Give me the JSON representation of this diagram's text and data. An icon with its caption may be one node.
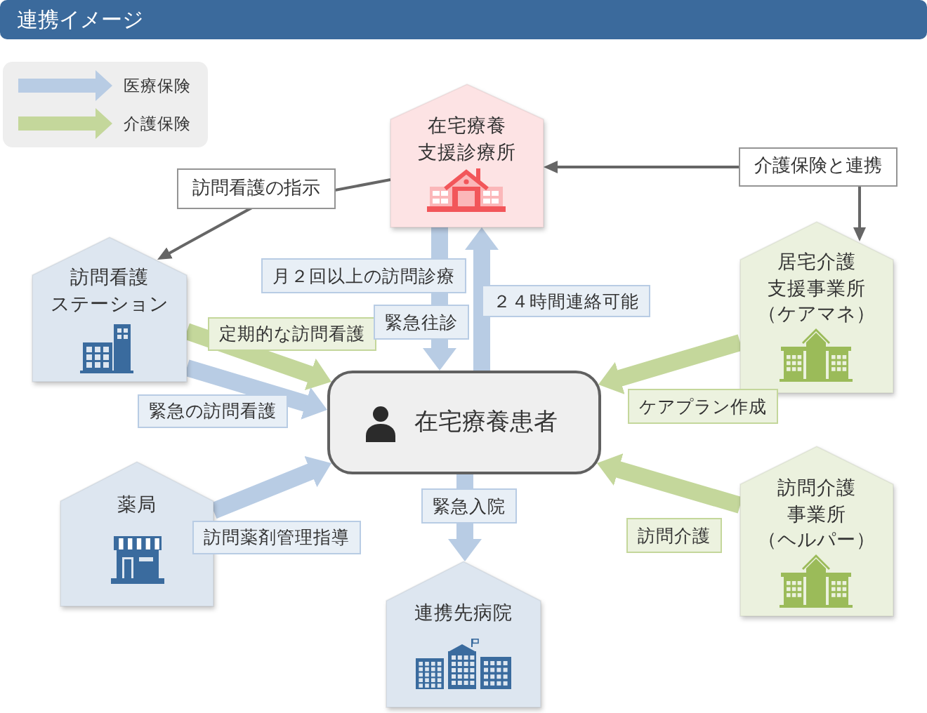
{
  "diagram": {
    "title": "連携イメージ",
    "nodes": [
      {
        "text": [
          "在宅療養支援診療所"
        ]
      },
      {
        "text": [
          "訪問看護ステーション"
        ]
      },
      {
        "text": [
          "居宅介護支援事業所（ケアマネ）"
        ]
      },
      {
        "text": [
          "在宅療養患者"
        ]
      },
      {
        "text": [
          "薬局"
        ]
      },
      {
        "text": [
          "訪問介護事業所（ヘルパー）"
        ]
      },
      {
        "text": [
          "連携先病院"
        ]
      }
    ],
    "edges": [
      {
        "from": 0,
        "to": 3,
        "arrow": "to",
        "label": "月２回以上の訪問診療"
      },
      {
        "from": 3,
        "to": 0,
        "arrow": "to",
        "label": "２４時間連絡可能"
      },
      {
        "from": 0,
        "to": 1,
        "arrow": "to",
        "label": "訪問看護の指示",
        "color": "#666666"
      },
      {
        "from": 2,
        "to": 0,
        "arrow": "both",
        "label": "介護保険と連携",
        "color": "#666666"
      },
      {
        "from": 1,
        "to": 3,
        "arrow": "to",
        "label": "定期的な訪問看護",
        "color": "#c4d79b"
      },
      {
        "from": 1,
        "to": 3,
        "arrow": "to",
        "label": "緊急の訪問看護"
      },
      {
        "from": 2,
        "to": 3,
        "arrow": "to",
        "label": "ケアプラン作成",
        "color": "#c4d79b"
      },
      {
        "from": 4,
        "to": 3,
        "arrow": "to",
        "label": "訪問薬剤管理指導"
      },
      {
        "from": 5,
        "to": 3,
        "arrow": "to",
        "label": "訪問介護",
        "color": "#c4d79b"
      },
      {
        "from": 3,
        "to": 6,
        "arrow": "to",
        "label": "緊急入院"
      }
    ],
    "labels": [
      "緊急往診"
    ],
    "legend": [
      {
        "text": "医療保険",
        "color": "#b8cce4"
      },
      {
        "text": "介護保険",
        "color": "#c4d79b"
      }
    ]
  }
}
